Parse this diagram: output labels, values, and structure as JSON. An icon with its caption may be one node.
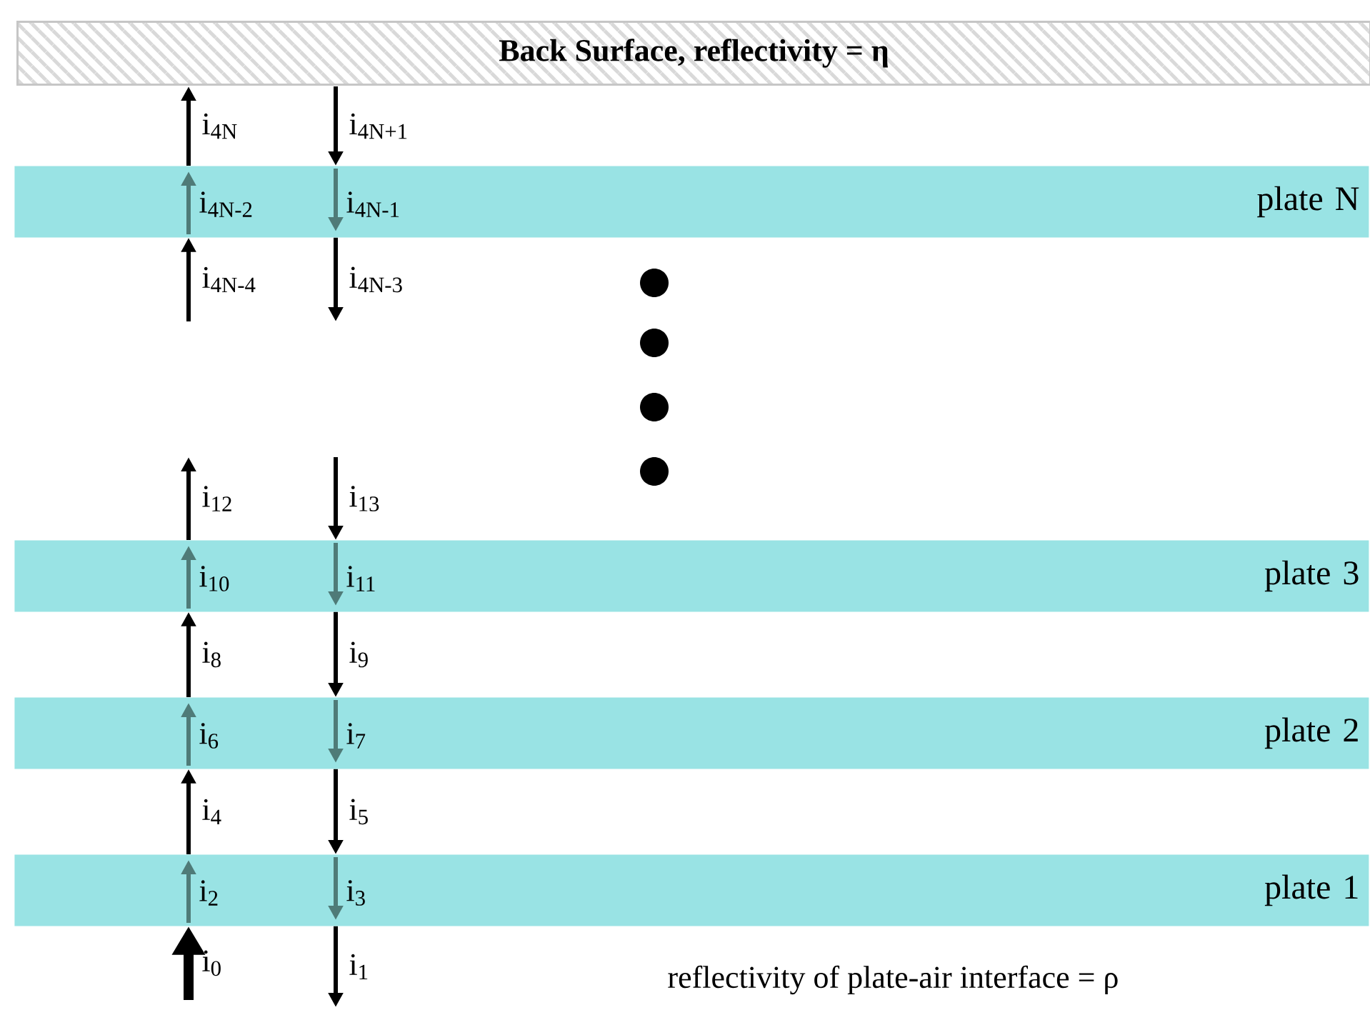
{
  "diagram": {
    "nodes": [
      {
        "text": [
          "Back Surface, reflectivity = η"
        ]
      },
      {
        "text": [
          "plate N"
        ]
      },
      {
        "text": [
          "plate 3"
        ]
      },
      {
        "text": [
          "plate 2"
        ]
      },
      {
        "text": [
          "plate 1"
        ]
      }
    ],
    "edges": [
      {
        "from": 1,
        "to": 0,
        "arrow": "to",
        "label": "i$_{4N}$"
      },
      {
        "from": 0,
        "to": 1,
        "arrow": "to",
        "label": "i$_{4N+1}$"
      },
      {
        "from": null,
        "to": 1,
        "arrow": "to",
        "label": "i$_{4N-4}$"
      },
      {
        "from": 1,
        "to": null,
        "arrow": "to",
        "label": "i$_{4N-3}$"
      },
      {
        "from": 2,
        "to": null,
        "arrow": "to",
        "label": "i$_{12}$"
      },
      {
        "from": null,
        "to": 2,
        "arrow": "to",
        "label": "i$_{13}$"
      },
      {
        "from": 3,
        "to": 2,
        "arrow": "to",
        "label": "i$_{8}$"
      },
      {
        "from": 2,
        "to": 3,
        "arrow": "to",
        "label": "i$_{9}$"
      },
      {
        "from": 4,
        "to": 3,
        "arrow": "to",
        "label": "i$_{4}$"
      },
      {
        "from": 3,
        "to": 4,
        "arrow": "to",
        "label": "i$_{5}$"
      },
      {
        "from": null,
        "to": 4,
        "arrow": "to",
        "label": "i$_{0}$",
        "style": "thick"
      },
      {
        "from": 4,
        "to": null,
        "arrow": "to",
        "label": "i$_{1}$"
      }
    ],
    "labels": [
      "i$_{4N-2}$",
      "i$_{4N-1}$",
      "i$_{10}$",
      "i$_{11}$",
      "i$_{6}$",
      "i$_{7}$",
      "i$_{2}$",
      "i$_{3}$",
      "reflectivity of plate-air interface = ρ"
    ]
  }
}
